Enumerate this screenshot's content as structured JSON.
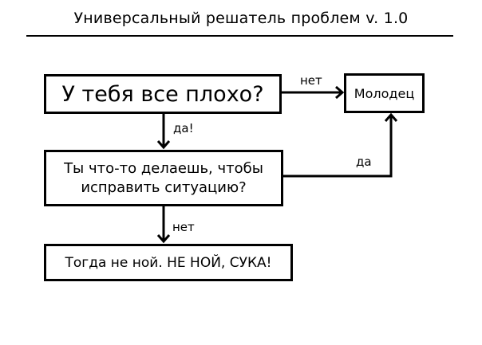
{
  "title": "Универсальный решатель проблем v. 1.0",
  "nodes": {
    "q1": "У тебя все плохо?",
    "well_done": "Молодец",
    "q2_line1": "Ты что-то делаешь, чтобы",
    "q2_line2": "исправить ситуацию?",
    "result": "Тогда не ной. НЕ НОЙ, СУКА!"
  },
  "edges": {
    "q1_to_well_done": "нет",
    "q1_to_q2": "да!",
    "q2_to_well_done": "да",
    "q2_to_result": "нет"
  }
}
